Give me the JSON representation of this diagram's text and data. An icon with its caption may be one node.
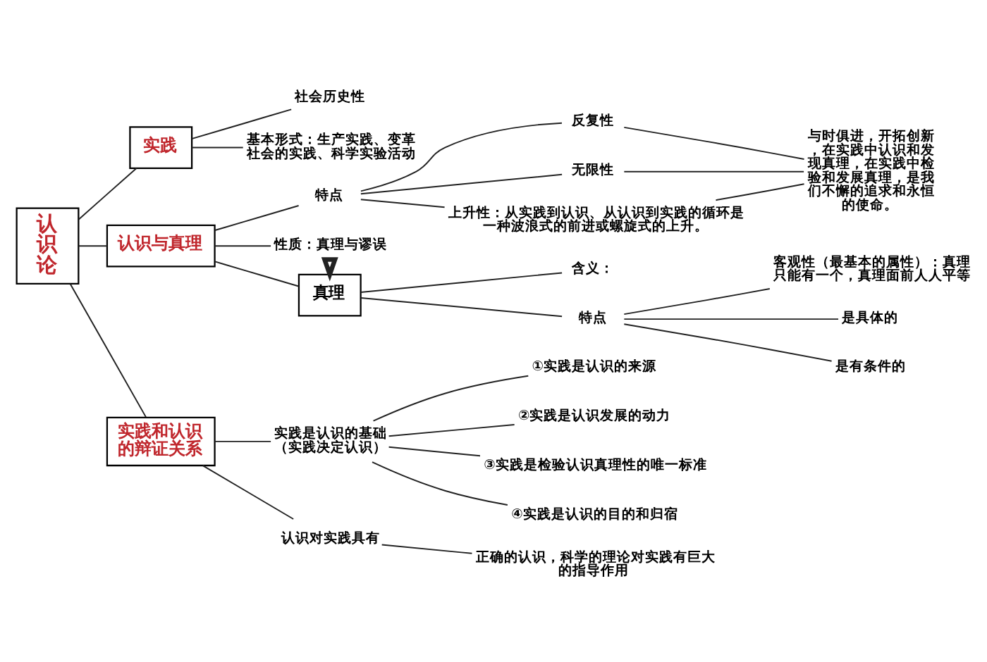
{
  "diagram": {
    "nodes": [
      {
        "text": [
          "认识论"
        ]
      },
      {
        "text": [
          "实践"
        ]
      },
      {
        "text": [
          "社会历史性"
        ]
      },
      {
        "text": [
          "基本形式：生产实践、变革社会的实践、科学实验活动"
        ]
      },
      {
        "text": [
          "认识与真理"
        ]
      },
      {
        "text": [
          "特点"
        ]
      },
      {
        "text": [
          "反复性"
        ]
      },
      {
        "text": [
          "无限性"
        ]
      },
      {
        "text": [
          "上升性：从实践到认识、从认识到实践的循环是一种波浪式的前进或螺旋式的上升。"
        ]
      },
      {
        "text": [
          "与时俱进，开拓创新，在实践中认识和发现真理，在实践中检验和发展真理，是我们不懈的追求和永恒的使命。"
        ]
      },
      {
        "text": [
          "性质：真理与谬误"
        ]
      },
      {
        "text": [
          "真理"
        ]
      },
      {
        "text": [
          "含义："
        ]
      },
      {
        "text": [
          "特点"
        ]
      },
      {
        "text": [
          "客观性（最基本的属性）：真理只能有一个，真理面前人人平等"
        ]
      },
      {
        "text": [
          "是具体的"
        ]
      },
      {
        "text": [
          "是有条件的"
        ]
      },
      {
        "text": [
          "实践和认识的辩证关系"
        ]
      },
      {
        "text": [
          "实践是认识的基础（实践决定认识）"
        ]
      },
      {
        "text": [
          "①实践是认识的来源"
        ]
      },
      {
        "text": [
          "②实践是认识发展的动力"
        ]
      },
      {
        "text": [
          "③实践是检验认识真理性的唯一标准"
        ]
      },
      {
        "text": [
          "④实践是认识的目的和归宿"
        ]
      },
      {
        "text": [
          "认识对实践具有"
        ]
      },
      {
        "text": [
          "正确的认识，科学的理论对实践有巨大的指导作用"
        ]
      }
    ],
    "edges": [
      {
        "from": 0,
        "to": 1,
        "arrow": "none"
      },
      {
        "from": 0,
        "to": 4,
        "arrow": "none"
      },
      {
        "from": 0,
        "to": 17,
        "arrow": "none"
      },
      {
        "from": 1,
        "to": 2,
        "arrow": "none"
      },
      {
        "from": 1,
        "to": 3,
        "arrow": "none"
      },
      {
        "from": 4,
        "to": 5,
        "arrow": "none"
      },
      {
        "from": 4,
        "to": 10,
        "arrow": "none"
      },
      {
        "from": 4,
        "to": 11,
        "arrow": "none"
      },
      {
        "from": 5,
        "to": 6,
        "arrow": "none"
      },
      {
        "from": 5,
        "to": 7,
        "arrow": "none"
      },
      {
        "from": 5,
        "to": 8,
        "arrow": "none"
      },
      {
        "from": 6,
        "to": 9,
        "arrow": "none"
      },
      {
        "from": 7,
        "to": 9,
        "arrow": "none"
      },
      {
        "from": 8,
        "to": 9,
        "arrow": "none"
      },
      {
        "from": 10,
        "to": 11,
        "arrow": "to",
        "style": "thick"
      },
      {
        "from": 11,
        "to": 12,
        "arrow": "none"
      },
      {
        "from": 11,
        "to": 13,
        "arrow": "none"
      },
      {
        "from": 13,
        "to": 14,
        "arrow": "none"
      },
      {
        "from": 13,
        "to": 15,
        "arrow": "none"
      },
      {
        "from": 13,
        "to": 16,
        "arrow": "none"
      },
      {
        "from": 17,
        "to": 18,
        "arrow": "none"
      },
      {
        "from": 17,
        "to": 23,
        "arrow": "none"
      },
      {
        "from": 18,
        "to": 19,
        "arrow": "none"
      },
      {
        "from": 18,
        "to": 20,
        "arrow": "none"
      },
      {
        "from": 18,
        "to": 21,
        "arrow": "none"
      },
      {
        "from": 18,
        "to": 22,
        "arrow": "none"
      },
      {
        "from": 23,
        "to": 24,
        "arrow": "none"
      }
    ]
  }
}
